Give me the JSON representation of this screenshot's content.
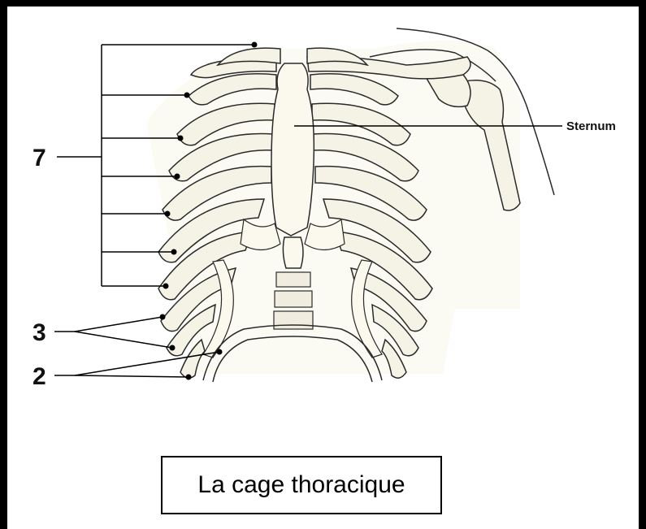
{
  "labels": {
    "seven": "7",
    "three": "3",
    "two": "2",
    "sternum": "Sternum"
  },
  "title": "La cage thoracique",
  "colors": {
    "bone_fill": "#f5f3e6",
    "bone_shadow": "#fbf9ee",
    "outline": "#2a2a2a",
    "leader": "#000000",
    "frame": "#000000"
  }
}
